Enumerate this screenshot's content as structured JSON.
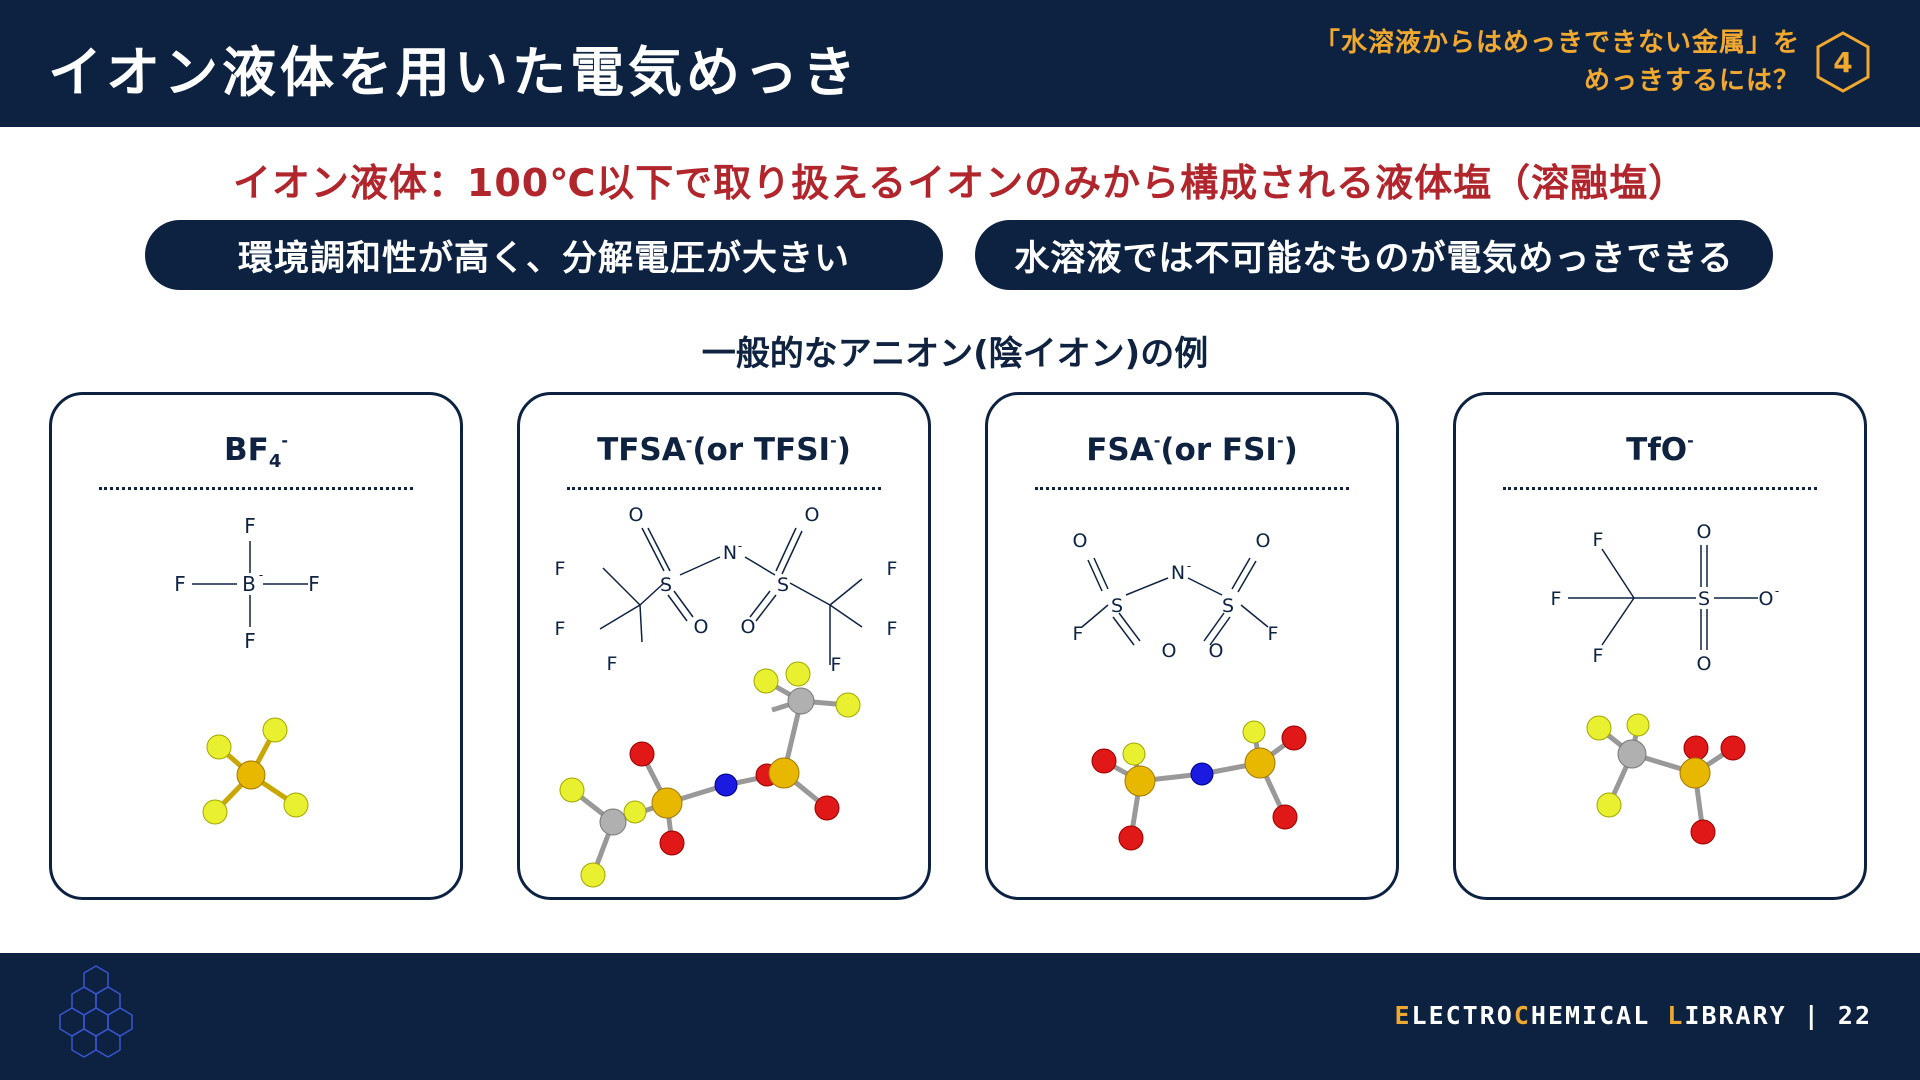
{
  "header": {
    "title": "イオン液体を用いた電気めっき",
    "question_line1": "「水溶液からはめっきできない金属」を",
    "question_line2": "めっきするには？",
    "section_number": "4"
  },
  "headline": "イオン液体：100℃以下で取り扱えるイオンのみから構成される液体塩（溶融塩）",
  "pills": [
    "環境調和性が高く、分解電圧が大きい",
    "水溶液では不可能なものが電気めっきできる"
  ],
  "subheading": "一般的なアニオン(陰イオン)の例",
  "anions": [
    {
      "name": "BF",
      "sub": "4",
      "charge": "-",
      "rest": ""
    },
    {
      "name": "TFSA",
      "sub": "",
      "charge": "-",
      "rest": "(or TFSI",
      "rest_charge": "-",
      "close": ")"
    },
    {
      "name": "FSA",
      "sub": "",
      "charge": "-",
      "rest": "(or FSI",
      "rest_charge": "-",
      "close": ")"
    },
    {
      "name": "TfO",
      "sub": "",
      "charge": "-",
      "rest": ""
    }
  ],
  "atoms": {
    "F": "F",
    "B": "B",
    "O": "O",
    "N": "N",
    "S": "S",
    "neg": "-"
  },
  "colors": {
    "navy": "#0d2240",
    "accent": "#f0a830",
    "headline_red": "#b0262c",
    "fluorine": "#e8f030",
    "sulfur": "#e8b800",
    "oxygen": "#e01818",
    "nitrogen": "#1a1ae0",
    "carbon": "#b0b0b0"
  },
  "footer": {
    "brand_e": "E",
    "brand_1": "LECTRO",
    "brand_c": "C",
    "brand_2": "HEMICAL ",
    "brand_l": "L",
    "brand_3": "IBRARY",
    "separator": "|",
    "page": "22"
  }
}
